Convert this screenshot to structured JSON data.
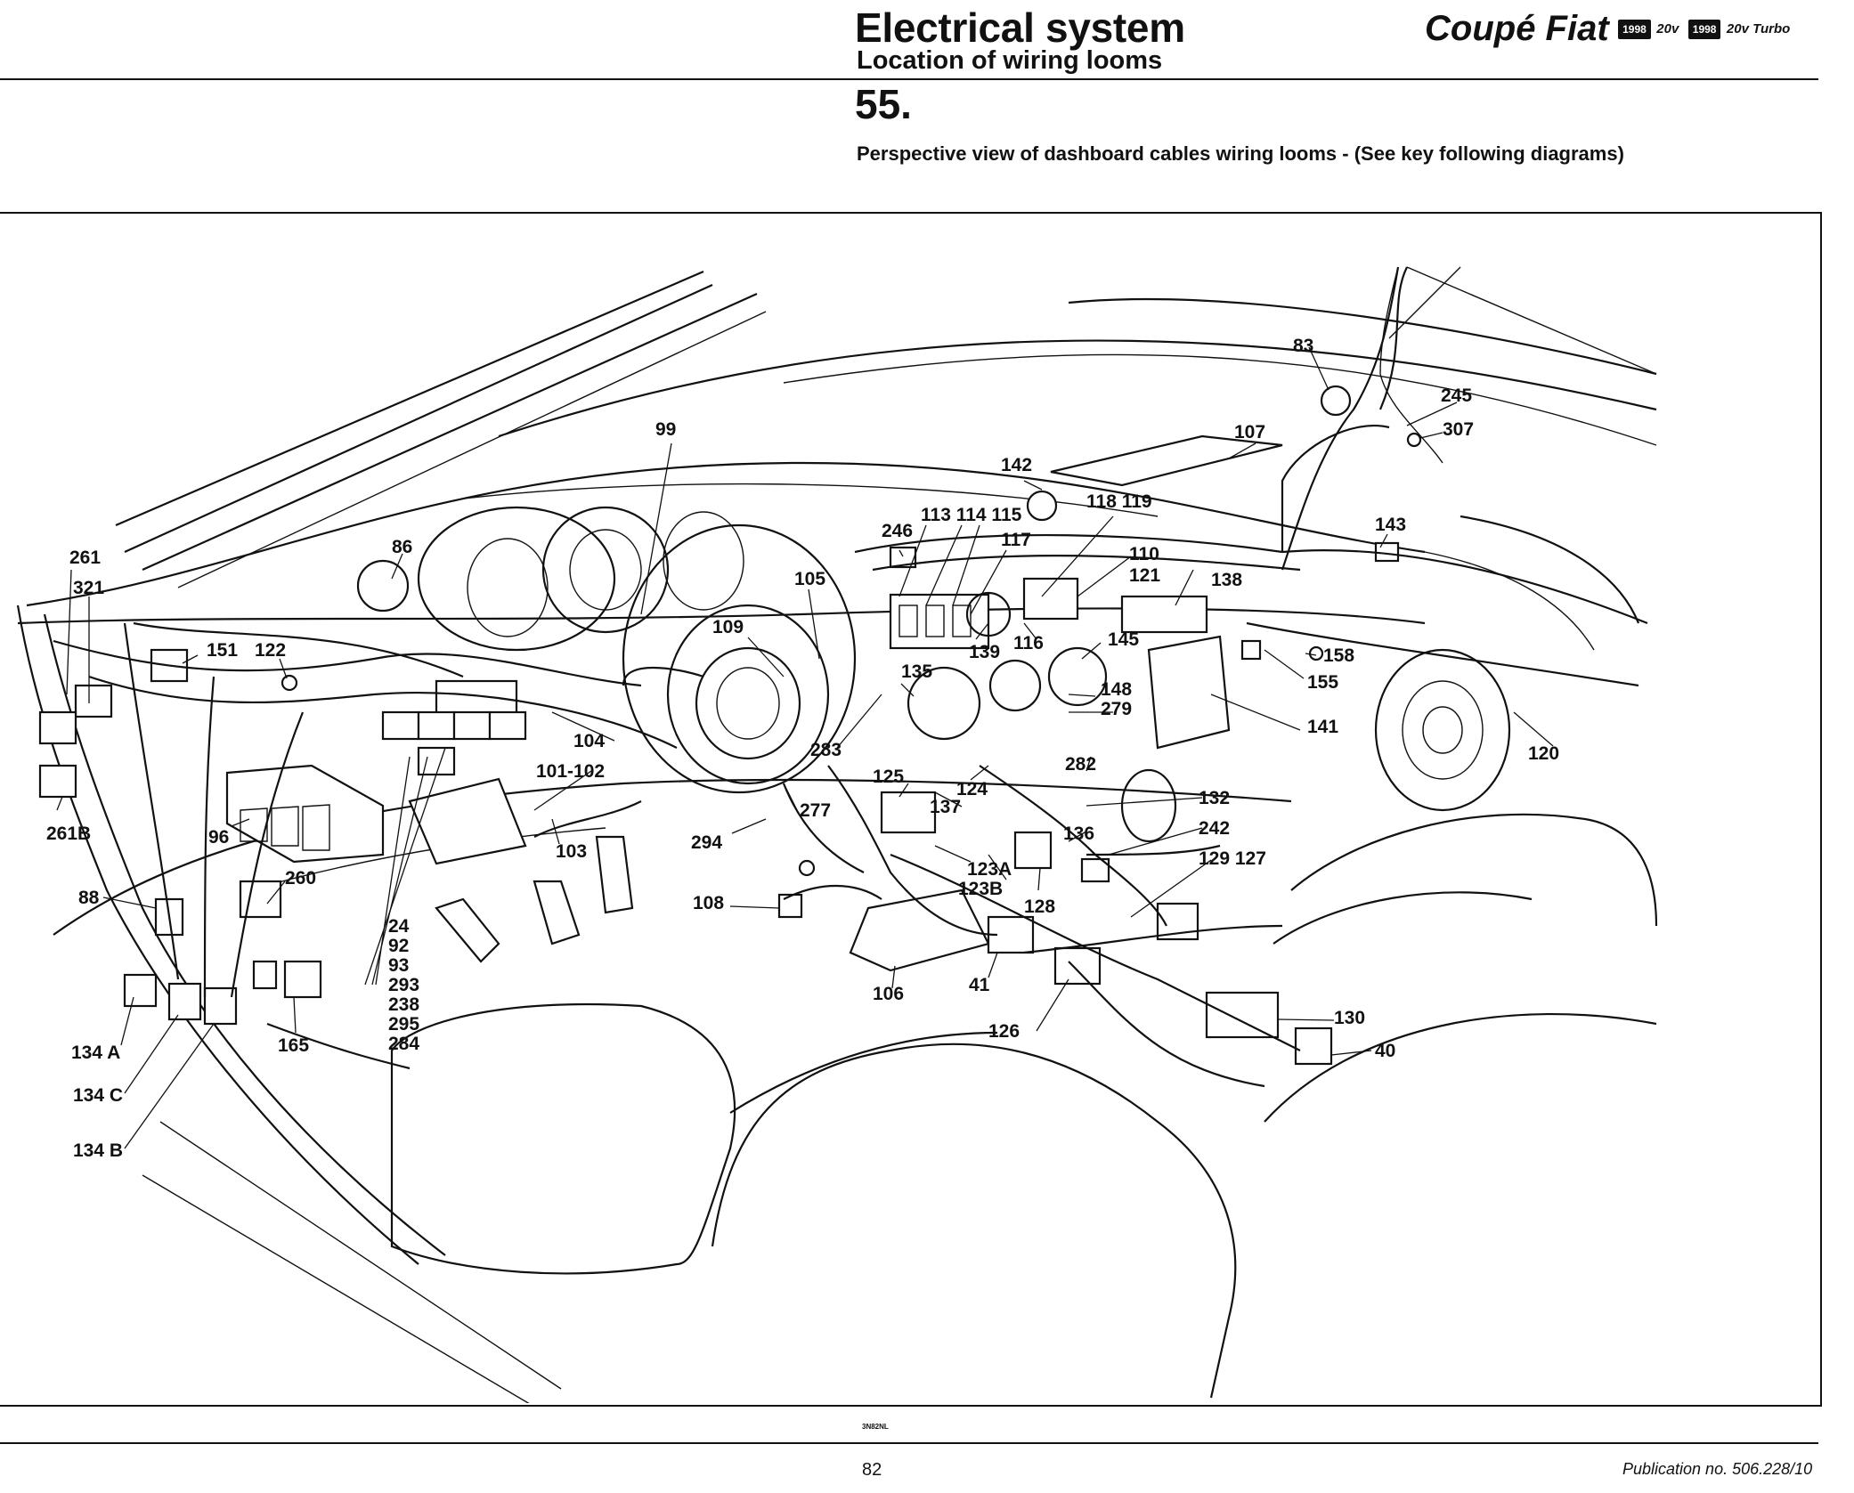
{
  "header": {
    "title": "Electrical system",
    "subtitle": "Location of wiring looms",
    "section": "55.",
    "caption": "Perspective view of dashboard cables wiring looms - (See key following diagrams)",
    "brand": "Coupé Fiat",
    "badge_1": "1998",
    "variant_1": "20v",
    "badge_2": "1998",
    "variant_2": "20v Turbo"
  },
  "footer": {
    "page_number": "82",
    "publication": "Publication no. 506.228/10",
    "drawing_code": "3N82NL"
  },
  "labels": [
    {
      "id": "83",
      "text": "83"
    },
    {
      "id": "245",
      "text": "245"
    },
    {
      "id": "307",
      "text": "307"
    },
    {
      "id": "99",
      "text": "99"
    },
    {
      "id": "107",
      "text": "107"
    },
    {
      "id": "142",
      "text": "142"
    },
    {
      "id": "118-119",
      "text": "118 119"
    },
    {
      "id": "143",
      "text": "143"
    },
    {
      "id": "113-114-115",
      "text": "113 114 115"
    },
    {
      "id": "246",
      "text": "246"
    },
    {
      "id": "117",
      "text": "117"
    },
    {
      "id": "110",
      "text": "110"
    },
    {
      "id": "121",
      "text": "121"
    },
    {
      "id": "138",
      "text": "138"
    },
    {
      "id": "261",
      "text": "261"
    },
    {
      "id": "321",
      "text": "321"
    },
    {
      "id": "86",
      "text": "86"
    },
    {
      "id": "105",
      "text": "105"
    },
    {
      "id": "109",
      "text": "109"
    },
    {
      "id": "139",
      "text": "139"
    },
    {
      "id": "116",
      "text": "116"
    },
    {
      "id": "145",
      "text": "145"
    },
    {
      "id": "158",
      "text": "158"
    },
    {
      "id": "155",
      "text": "155"
    },
    {
      "id": "151",
      "text": "151"
    },
    {
      "id": "122",
      "text": "122"
    },
    {
      "id": "135",
      "text": "135"
    },
    {
      "id": "148",
      "text": "148"
    },
    {
      "id": "279",
      "text": "279"
    },
    {
      "id": "141",
      "text": "141"
    },
    {
      "id": "104",
      "text": "104"
    },
    {
      "id": "283",
      "text": "283"
    },
    {
      "id": "120",
      "text": "120"
    },
    {
      "id": "282",
      "text": "282"
    },
    {
      "id": "101-102",
      "text": "101-102"
    },
    {
      "id": "125",
      "text": "125"
    },
    {
      "id": "124",
      "text": "124"
    },
    {
      "id": "132",
      "text": "132"
    },
    {
      "id": "261B",
      "text": "261B"
    },
    {
      "id": "96",
      "text": "96"
    },
    {
      "id": "277",
      "text": "277"
    },
    {
      "id": "137",
      "text": "137"
    },
    {
      "id": "242",
      "text": "242"
    },
    {
      "id": "294",
      "text": "294"
    },
    {
      "id": "103",
      "text": "103"
    },
    {
      "id": "136",
      "text": "136"
    },
    {
      "id": "129-127",
      "text": "129 127"
    },
    {
      "id": "123A",
      "text": "123A"
    },
    {
      "id": "260",
      "text": "260"
    },
    {
      "id": "123B",
      "text": "123B"
    },
    {
      "id": "88",
      "text": "88"
    },
    {
      "id": "108",
      "text": "108"
    },
    {
      "id": "128",
      "text": "128"
    },
    {
      "id": "106",
      "text": "106"
    },
    {
      "id": "41",
      "text": "41"
    },
    {
      "id": "130",
      "text": "130"
    },
    {
      "id": "126",
      "text": "126"
    },
    {
      "id": "40",
      "text": "40"
    },
    {
      "id": "134A",
      "text": "134 A"
    },
    {
      "id": "165",
      "text": "165"
    },
    {
      "id": "134C",
      "text": "134 C"
    },
    {
      "id": "134B",
      "text": "134 B"
    }
  ],
  "label_stack": [
    "24",
    "92",
    "93",
    "293",
    "238",
    "295",
    "284"
  ]
}
